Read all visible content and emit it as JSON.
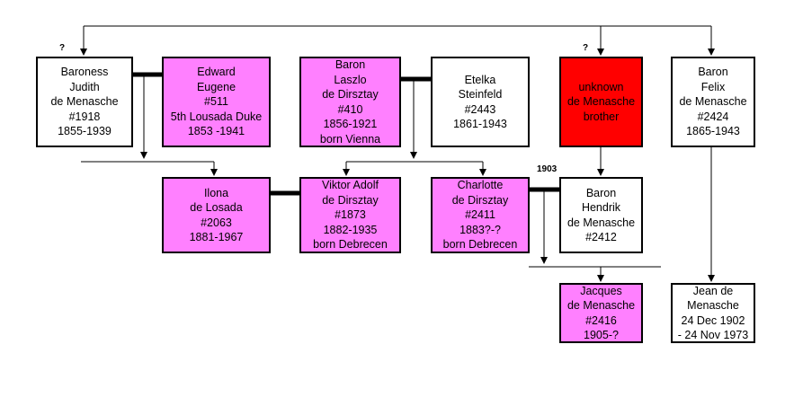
{
  "notes": {
    "unknown_parent_1": "?",
    "unknown_parent_2": "?",
    "marriage_year": "1903"
  },
  "people": {
    "judith": [
      "Baroness",
      "Judith",
      "de Menasche",
      "#1918",
      "1855-1939"
    ],
    "edward": [
      "Edward",
      "Eugene",
      "#511",
      "5th Lousada Duke",
      "1853 -1941"
    ],
    "laszlo": [
      "Baron",
      "Laszlo",
      "de Dirsztay",
      "#410",
      "1856-1921",
      "born Vienna"
    ],
    "etelka": [
      "Etelka",
      "Steinfeld",
      "#2443",
      "1861-1943"
    ],
    "unknown_brother": [
      "unknown",
      "de Menasche",
      "brother"
    ],
    "felix": [
      "Baron",
      "Felix",
      "de Menasche",
      "#2424",
      "1865-1943"
    ],
    "ilona": [
      "Ilona",
      "de Losada",
      "#2063",
      "1881-1967"
    ],
    "viktor": [
      "Viktor Adolf",
      "de Dirsztay",
      "#1873",
      "1882-1935",
      "born Debrecen"
    ],
    "charlotte": [
      "Charlotte",
      "de Dirsztay",
      "#2411",
      "1883?-?",
      "born Debrecen"
    ],
    "hendrik": [
      "Baron",
      "Hendrik",
      "de Menasche",
      "#2412"
    ],
    "jacques": [
      "Jacques",
      "de Menasche",
      "#2416",
      "1905-?"
    ],
    "jean": [
      "Jean de",
      "Menasche",
      "24 Dec 1902",
      "- 24 Nov 1973"
    ]
  },
  "colors": {
    "pink": "#ff80ff",
    "red": "#ff0000",
    "white": "#ffffff",
    "line": "#000000"
  }
}
